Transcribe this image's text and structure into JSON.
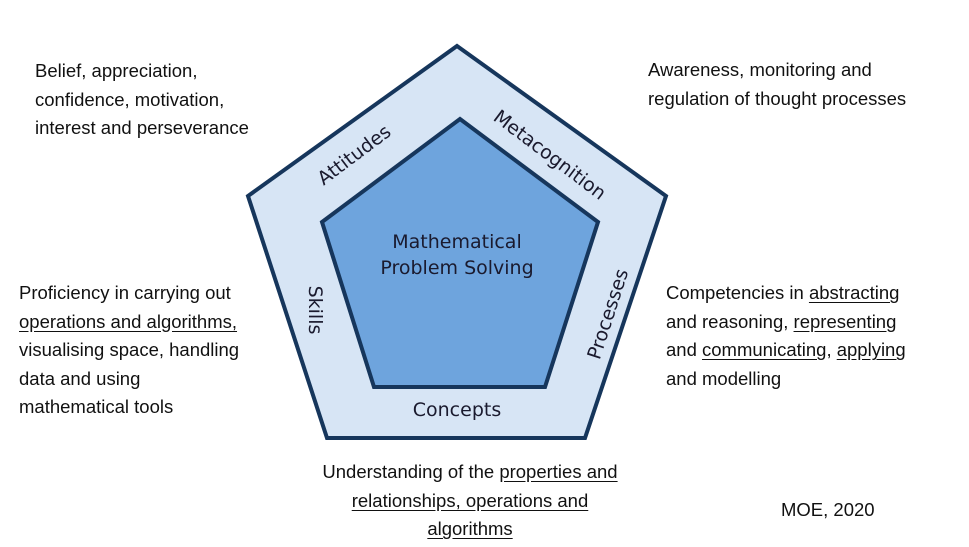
{
  "colors": {
    "outer_fill": "#d7e5f5",
    "inner_fill": "#6ea4dd",
    "stroke": "#16365c"
  },
  "pentagon": {
    "center": [
      "Mathematical",
      "Problem Solving"
    ],
    "sides": {
      "attitudes": "Attitudes",
      "metacognition": "Metacognition",
      "processes": "Processes",
      "concepts": "Concepts",
      "skills": "Skills"
    }
  },
  "descriptions": {
    "attitudes": [
      "Belief, appreciation,",
      "confidence, motivation,",
      "interest and perseverance"
    ],
    "metacognition": [
      "Awareness, monitoring and",
      "regulation of thought processes"
    ],
    "skills": {
      "l1": "Proficiency in carrying out",
      "l2u": "operations and algorithms,",
      "l3": "visualising space, handling",
      "l4": "data and using",
      "l5": "mathematical tools"
    },
    "processes": {
      "l1a": "Competencies in ",
      "l1u": "abstracting",
      "l2a": "and reasoning, ",
      "l2u": "representing",
      "l3a": "and ",
      "l3u": "communicating",
      "l3b": ", ",
      "l3u2": "applying",
      "l4": "and modelling"
    },
    "concepts": {
      "l1a": "Understanding of the ",
      "l1u": "properties and",
      "l2u": "relationships, operations and",
      "l3u": "algorithms"
    }
  },
  "source": "MOE, 2020"
}
